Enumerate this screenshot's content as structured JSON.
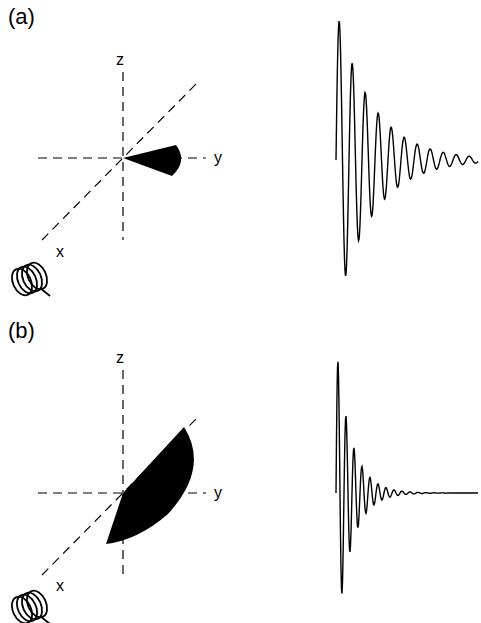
{
  "diagram": {
    "labels": [
      "(a)",
      "z",
      "y",
      "x",
      "(b)",
      "z",
      "y",
      "x"
    ]
  }
}
